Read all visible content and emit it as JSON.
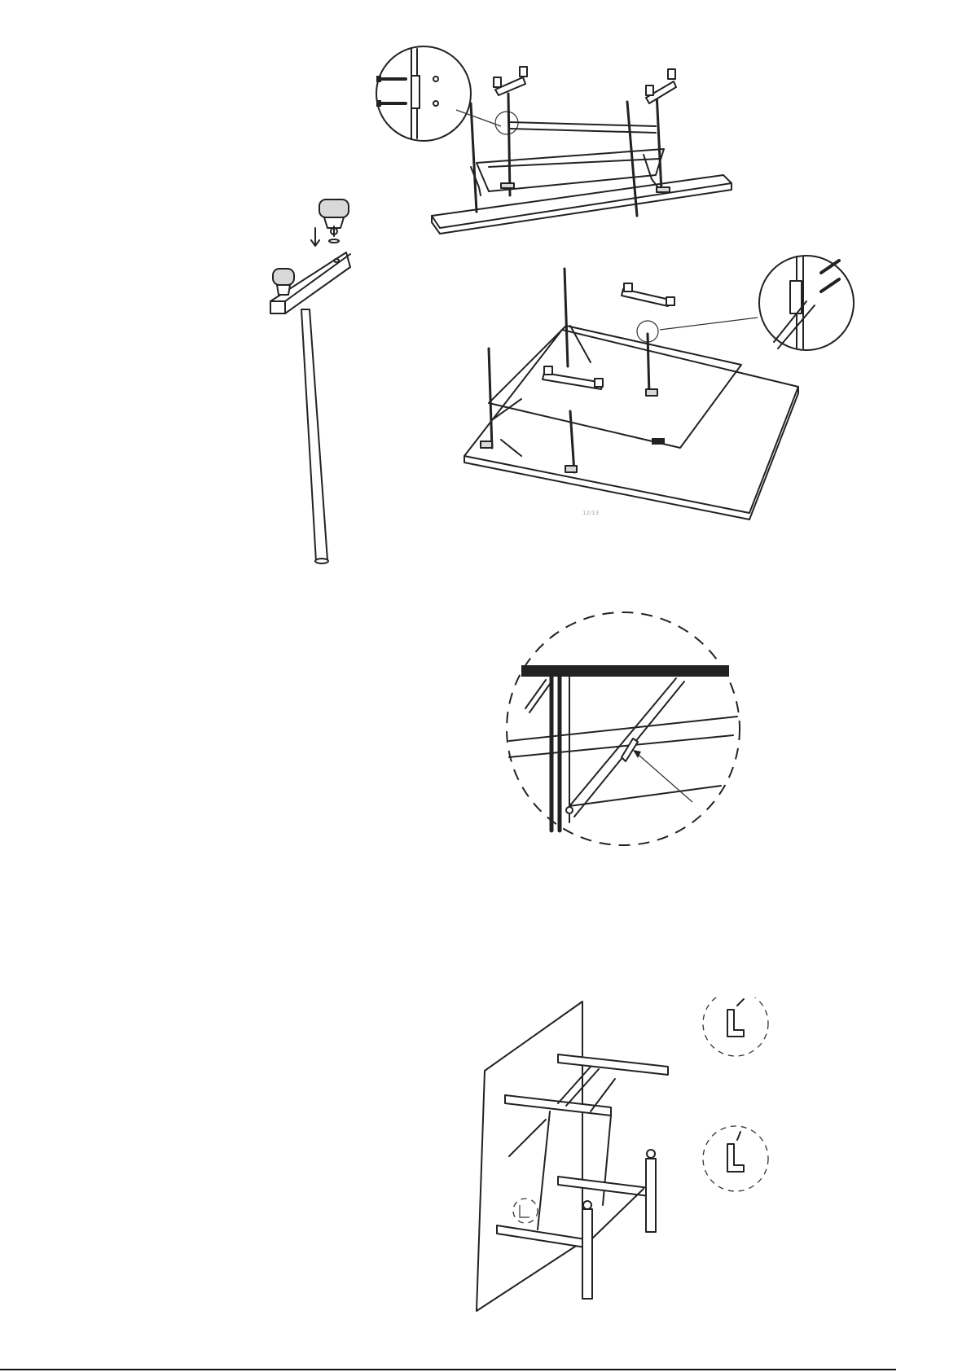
{
  "figure": {
    "stamp_text": "12/13",
    "colors": {
      "ink": "#222222",
      "paper": "#ffffff",
      "shade": "#d8d8d8"
    },
    "panels": [
      {
        "id": "leg-caster",
        "icons": [
          "caster-wheel-icon",
          "down-arrow-icon",
          "washer-icon"
        ]
      },
      {
        "id": "frame-bolt-detail",
        "icons": [
          "bolt-icon",
          "zoom-circle-icon"
        ]
      },
      {
        "id": "frame-bracket-detail",
        "icons": [
          "bolt-icon",
          "zoom-circle-icon"
        ]
      },
      {
        "id": "brace-latch-detail",
        "icons": [
          "pointer-arrow-icon"
        ]
      },
      {
        "id": "folded-table-latch",
        "icons": [
          "latch-hook-icon",
          "zoom-circle-icon"
        ]
      }
    ]
  }
}
